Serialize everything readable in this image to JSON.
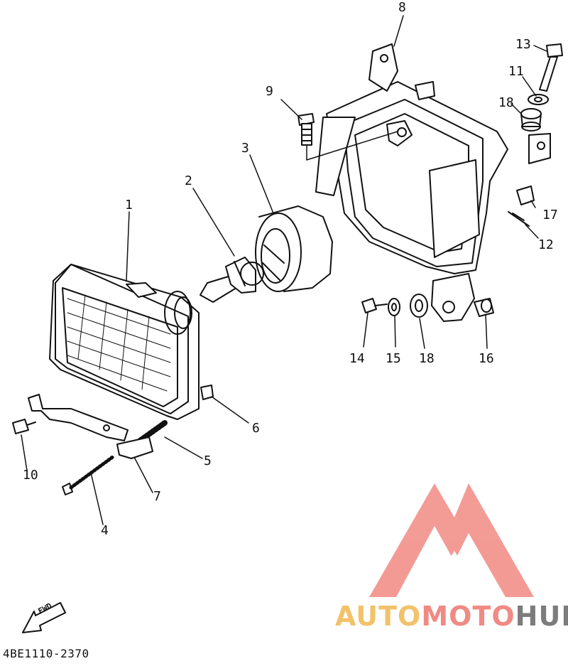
{
  "diagram": {
    "callouts": [
      {
        "id": "c1",
        "label": "1"
      },
      {
        "id": "c2",
        "label": "2"
      },
      {
        "id": "c3",
        "label": "3"
      },
      {
        "id": "c4",
        "label": "4"
      },
      {
        "id": "c5",
        "label": "5"
      },
      {
        "id": "c6",
        "label": "6"
      },
      {
        "id": "c7",
        "label": "7"
      },
      {
        "id": "c8",
        "label": "8"
      },
      {
        "id": "c9",
        "label": "9"
      },
      {
        "id": "c10",
        "label": "10"
      },
      {
        "id": "c11",
        "label": "11"
      },
      {
        "id": "c12",
        "label": "12"
      },
      {
        "id": "c13",
        "label": "13"
      },
      {
        "id": "c14",
        "label": "14"
      },
      {
        "id": "c15",
        "label": "15"
      },
      {
        "id": "c16",
        "label": "16"
      },
      {
        "id": "c17",
        "label": "17"
      },
      {
        "id": "c18a",
        "label": "18"
      },
      {
        "id": "c18b",
        "label": "18"
      }
    ],
    "fwd_label": "FWD",
    "catalog_number": "4BE1110-2370"
  },
  "watermark": {
    "part1": "AUTO",
    "part2": "MOTO",
    "part3": "HUB",
    "colors": {
      "auto": "#f2c26b",
      "moto": "#f08a84",
      "hub": "#7c7c7c",
      "logo": "#f2908a"
    }
  }
}
